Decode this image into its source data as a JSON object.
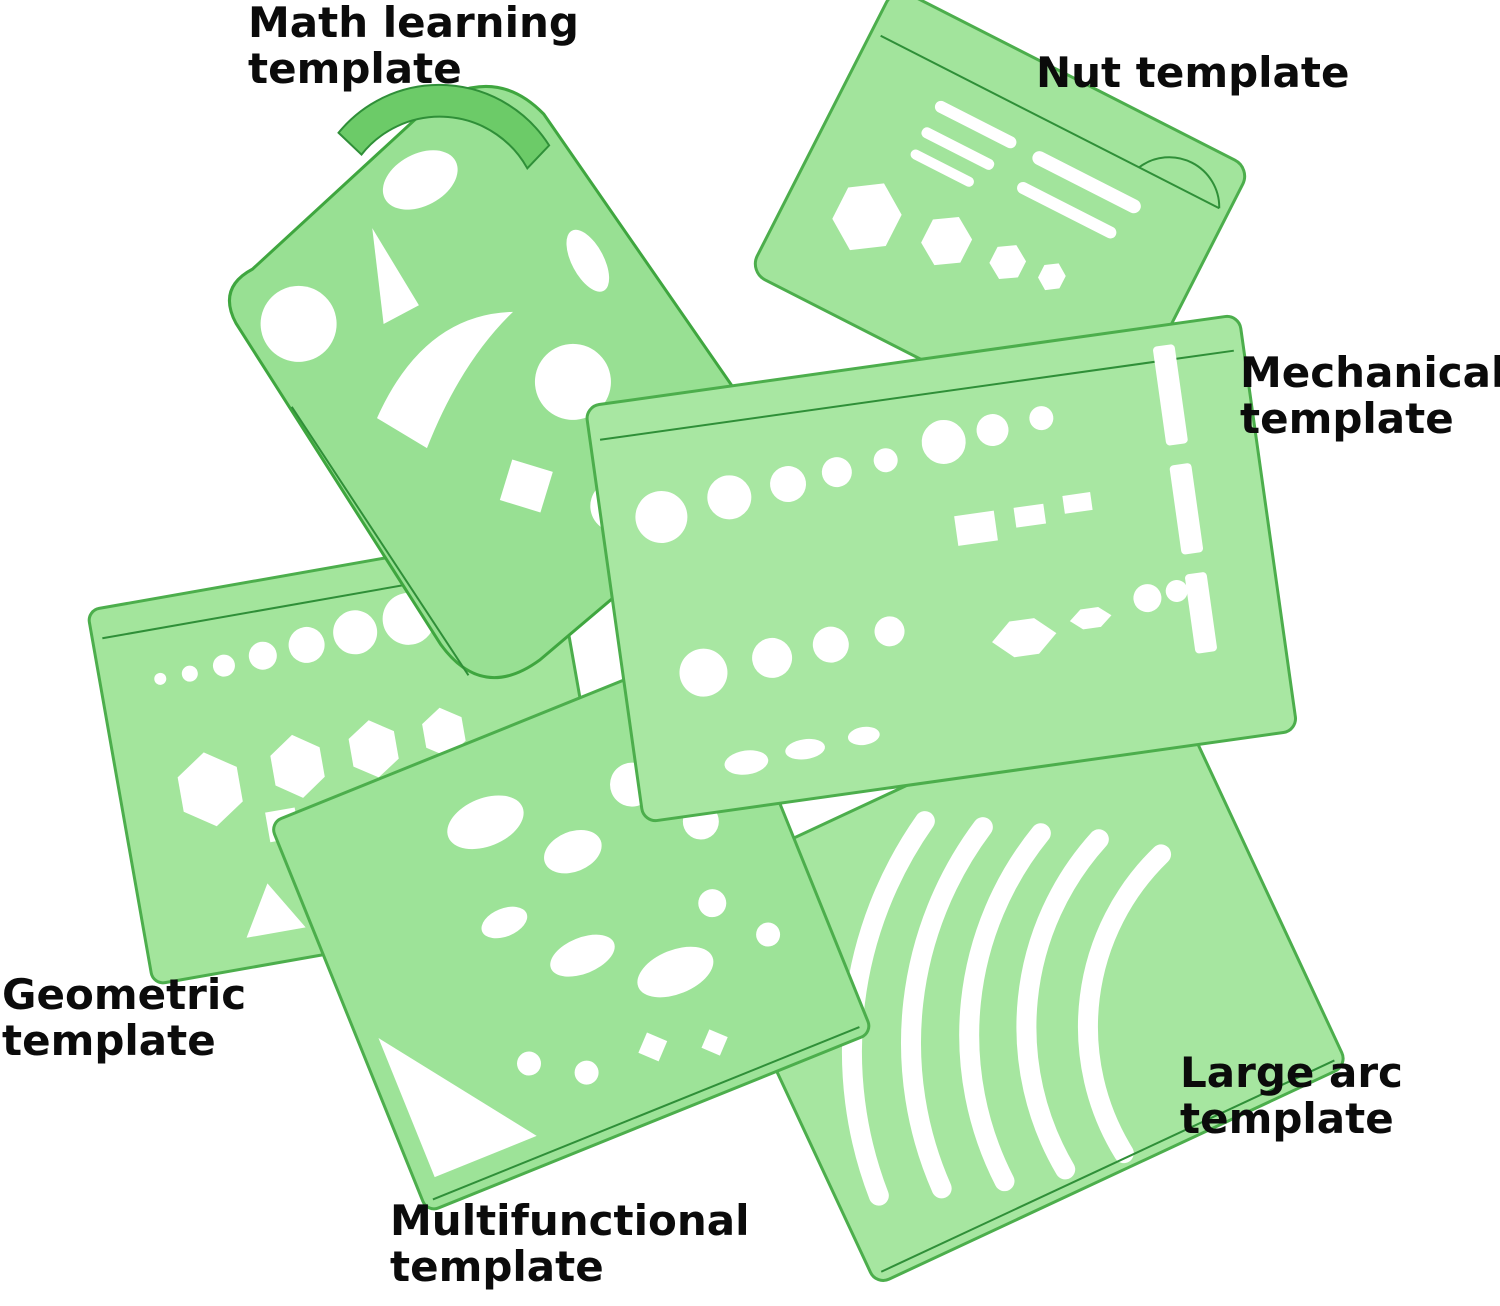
{
  "colors": {
    "plastic_fill": "#9fe59a",
    "plastic_edge": "#4cae4c",
    "plastic_dark": "#2f8f38",
    "cutout": "#ffffff",
    "background": "#ffffff",
    "caption_text": "#0b0b0b"
  },
  "captions": {
    "math": {
      "line1": "Math learning",
      "line2": "template"
    },
    "nut": {
      "line1": "Nut template",
      "line2": ""
    },
    "mech": {
      "line1": "Mechanical",
      "line2": "template"
    },
    "geo": {
      "line1": "Geometric",
      "line2": "template"
    },
    "multi": {
      "line1": "Multifunctional",
      "line2": "template"
    },
    "arc": {
      "line1": "Large arc",
      "line2": "template"
    }
  }
}
